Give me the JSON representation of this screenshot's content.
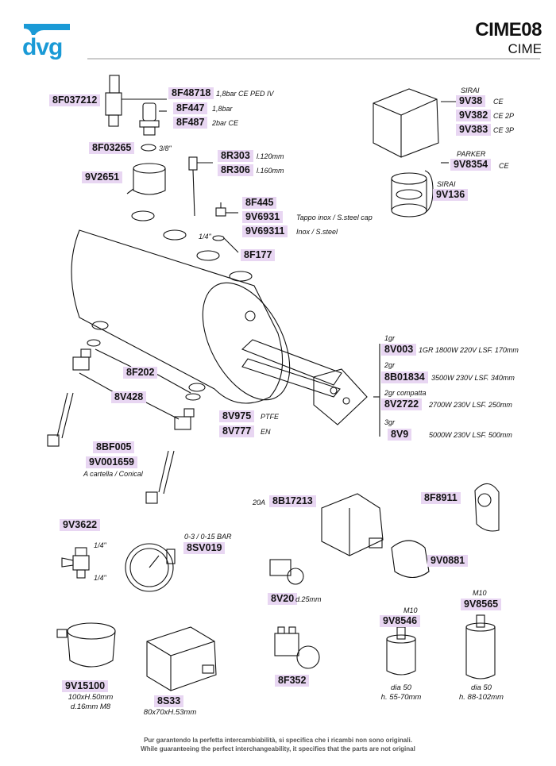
{
  "header": {
    "logo_text": "dvg",
    "model": "CIME08",
    "brand": "CIME"
  },
  "colors": {
    "code_bg": "#e8d6f2",
    "logo": "#1a9ad6"
  },
  "parts": {
    "p8F037212": "8F037212",
    "p8F48718": "8F48718",
    "p8F48718_note": "1,8bar CE PED IV",
    "p8F447": "8F447",
    "p8F447_note": "1,8bar",
    "p8F487": "8F487",
    "p8F487_note": "2bar CE",
    "p8F03265": "8F03265",
    "p8F03265_note": "3/8\"",
    "p9V2651": "9V2651",
    "p8R303": "8R303",
    "p8R303_note": "l.120mm",
    "p8R306": "8R306",
    "p8R306_note": "l.160mm",
    "p8F445": "8F445",
    "p9V6931": "9V6931",
    "p9V6931_note": "Tappo inox / S.steel cap",
    "p9V69311": "9V69311",
    "p9V69311_note": "Inox / S.steel",
    "p14_note": "1/4\"",
    "p8F177": "8F177",
    "sirai1": "SIRAI",
    "p9V38": "9V38",
    "p9V38_note": "CE",
    "p9V382": "9V382",
    "p9V382_note": "CE 2P",
    "p9V383": "9V383",
    "p9V383_note": "CE 3P",
    "parker": "PARKER",
    "p9V8354": "9V8354",
    "p9V8354_note": "CE",
    "sirai2": "SIRAI",
    "p9V136": "9V136",
    "gr1": "1gr",
    "p8V003": "8V003",
    "p8V003_note": "1GR 1800W 220V LSF. 170mm",
    "gr2": "2gr",
    "p8B01834": "8B01834",
    "p8B01834_note": "3500W 230V LSF. 340mm",
    "gr2c": "2gr compatta",
    "p8V2722": "8V2722",
    "p8V2722_note": "2700W 230V LSF. 250mm",
    "gr3": "3gr",
    "p8V9": "8V9",
    "p8V9_note": "5000W 230V LSF. 500mm",
    "p8F202": "8F202",
    "p8V428": "8V428",
    "p8V975": "8V975",
    "p8V975_note": "PTFE",
    "p8V777": "8V777",
    "p8V777_note": "EN",
    "p8BF005": "8BF005",
    "p9V001659": "9V001659",
    "p9V001659_note": "A cartella / Conical",
    "p20A": "20A",
    "p8B17213": "8B17213",
    "p8F8911": "8F8911",
    "p9V3622": "9V3622",
    "p9V3622_a": "1/4\"",
    "p9V3622_b": "1/4\"",
    "p8SV019_note": "0-3 / 0-15 BAR",
    "p8SV019": "8SV019",
    "p9V0881": "9V0881",
    "p8V20": "8V20",
    "p8V20_note": "d.25mm",
    "m10a": "M10",
    "p9V8546": "9V8546",
    "p9V8546_n1": "dia 50",
    "p9V8546_n2": "h. 55-70mm",
    "m10b": "M10",
    "p9V8565": "9V8565",
    "p9V8565_n1": "dia 50",
    "p9V8565_n2": "h. 88-102mm",
    "p9V15100": "9V15100",
    "p9V15100_n1": "100xH.50mm",
    "p9V15100_n2": "d.16mm M8",
    "p8S33": "8S33",
    "p8S33_n1": "80x70xH.53mm",
    "p8F352": "8F352"
  },
  "footer": {
    "line1": "Pur garantendo la perfetta intercambiabilità, si specifica che i ricambi non sono originali.",
    "line2": "While guaranteeing the perfect interchangeability, it specifies that the parts are not original"
  }
}
